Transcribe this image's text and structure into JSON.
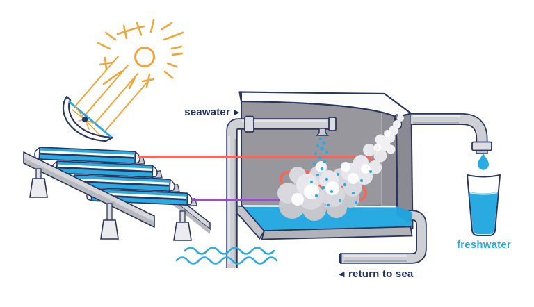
{
  "diagram": {
    "labels": {
      "seawater": "seawater",
      "seawater_arrow": "▶",
      "return_to_sea": "return to sea",
      "return_to_sea_arrow": "◀",
      "freshwater": "freshwater"
    },
    "colors": {
      "navy": "#2a3560",
      "text_navy": "#203061",
      "water_cyan": "#29abe2",
      "freshwater_cyan": "#2aa9e0",
      "sun_orange": "#f2a437",
      "hot_coral": "#f2685c",
      "cold_purple": "#9253c1",
      "wall_gray": "#98979e",
      "wall_gray_dark": "#8a8a92",
      "pipe_gray": "#ced0d4",
      "rack_gray": "#d6d7db",
      "steam_light": "#ededf0"
    },
    "icons": {
      "sun": "sun-icon",
      "parabolic_mirror": "parabolic-mirror-icon",
      "solar_collector_array": "solar-collector-array-icon",
      "seawater_pipe": "seawater-pipe-icon",
      "evaporation_chamber": "evaporation-chamber-icon",
      "heating_coil": "heating-coil-icon",
      "steam": "steam-cloud-icon",
      "spray_droplets": "spray-droplets-icon",
      "freshwater_tap": "freshwater-tap-icon",
      "water_drop": "water-drop-icon",
      "freshwater_glass": "freshwater-glass-icon",
      "return_pipe": "return-pipe-icon",
      "sea_waves": "sea-waves-icon"
    }
  }
}
